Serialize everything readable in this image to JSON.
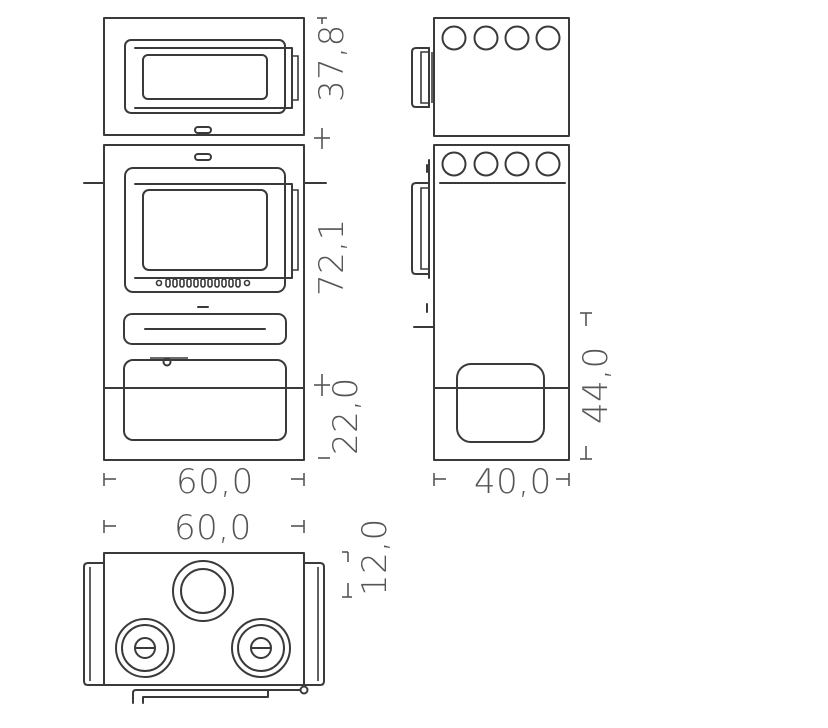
{
  "dimensions": {
    "front_oven_height": "37,8",
    "front_stove_height": "72,1",
    "front_base_height": "22,0",
    "front_width": "60,0",
    "side_lower_height": "44,0",
    "side_depth": "40,0",
    "top_width": "60,0",
    "top_offset": "12,0"
  },
  "colors": {
    "line": "#3a3a3a",
    "dimension": "#555555",
    "background": "#ffffff"
  }
}
